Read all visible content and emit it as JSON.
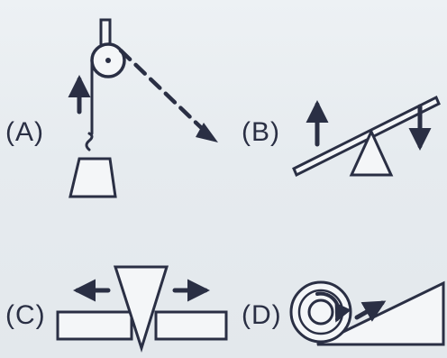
{
  "panels": [
    {
      "id": "A",
      "label": "(A)",
      "name": "pulley"
    },
    {
      "id": "B",
      "label": "(B)",
      "name": "lever"
    },
    {
      "id": "C",
      "label": "(C)",
      "name": "wedge"
    },
    {
      "id": "D",
      "label": "(D)",
      "name": "wheel-on-ramp"
    }
  ],
  "colors": {
    "ink": "#2a2f44",
    "paper": "#e9eef2"
  }
}
